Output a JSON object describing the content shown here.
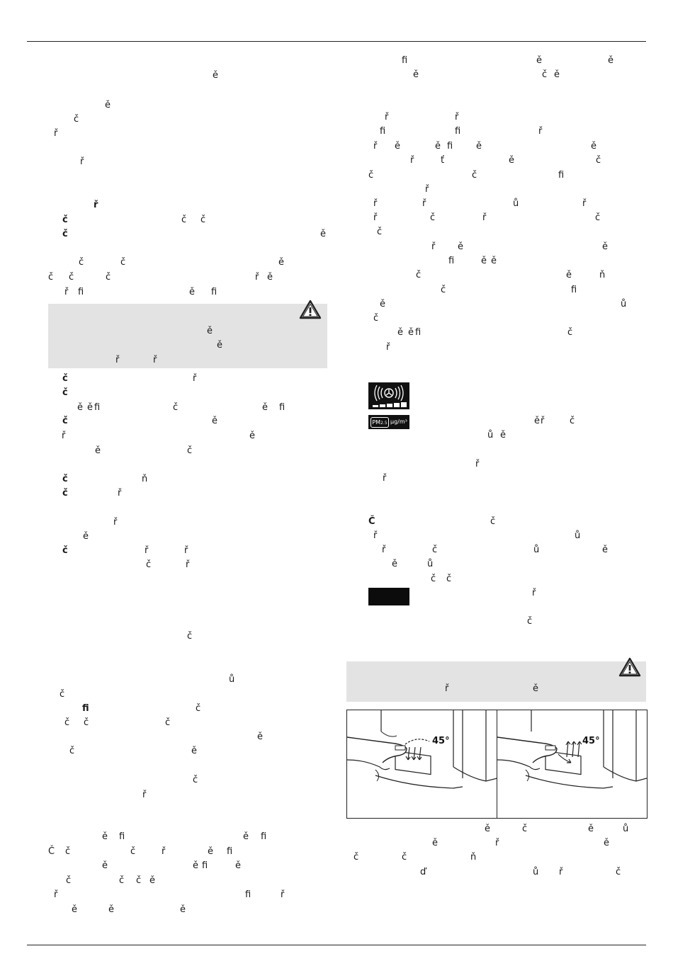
{
  "colors": {
    "text": "#1a1a1a",
    "warning_box_background": "#e3e3e3",
    "black_bar": "#0c0c0c"
  },
  "figure_labels": {
    "left_angle": "45°",
    "right_angle": "45°"
  },
  "icons": {
    "pm_label": "PM",
    "pm_subscript": "2.5",
    "pm_unit": "µg/m³"
  },
  "left_column": {
    "glyphs": [
      [
        "ě",
        300,
        100,
        false
      ],
      [
        "ě",
        148,
        142,
        false
      ],
      [
        "č",
        104,
        162,
        false
      ],
      [
        "ř",
        76,
        182,
        false
      ],
      [
        "ř",
        113,
        222,
        false
      ],
      [
        "ř",
        132,
        283,
        true
      ],
      [
        "č",
        88,
        304,
        true
      ],
      [
        "č",
        256,
        304,
        false
      ],
      [
        "č",
        283,
        304,
        false
      ],
      [
        "č",
        88,
        324,
        true
      ],
      [
        "ě",
        452,
        324,
        false
      ],
      [
        "č",
        111,
        364,
        false
      ],
      [
        "č",
        170,
        364,
        false
      ],
      [
        "ě",
        393,
        364,
        false
      ],
      [
        "č",
        68,
        385,
        false
      ],
      [
        "č",
        97,
        385,
        false
      ],
      [
        "č",
        149,
        385,
        false
      ],
      [
        "ř",
        360,
        385,
        false
      ],
      [
        "ě",
        377,
        385,
        false
      ],
      [
        "ř",
        91,
        406,
        false
      ],
      [
        "fi",
        110,
        406,
        false
      ],
      [
        "ě",
        267,
        406,
        false
      ],
      [
        "fi",
        298,
        406,
        false
      ],
      [
        "č",
        88,
        528,
        true
      ],
      [
        "ř",
        272,
        528,
        false
      ],
      [
        "č",
        88,
        548,
        true
      ],
      [
        "ě",
        109,
        569,
        false
      ],
      [
        "ě",
        123,
        569,
        false
      ],
      [
        "fi",
        133,
        569,
        false
      ],
      [
        "č",
        244,
        569,
        false
      ],
      [
        "ě",
        370,
        569,
        false
      ],
      [
        "fi",
        394,
        569,
        false
      ],
      [
        "č",
        88,
        588,
        true
      ],
      [
        "ě",
        299,
        588,
        false
      ],
      [
        "ř",
        87,
        609,
        false
      ],
      [
        "ě",
        352,
        609,
        false
      ],
      [
        "ě",
        134,
        630,
        false
      ],
      [
        "č",
        264,
        630,
        false
      ],
      [
        "č",
        88,
        670,
        true
      ],
      [
        "ň",
        200,
        670,
        false
      ],
      [
        "č",
        88,
        690,
        true
      ],
      [
        "ř",
        166,
        690,
        false
      ],
      [
        "ř",
        160,
        731,
        false
      ],
      [
        "ě",
        117,
        751,
        false
      ],
      [
        "č",
        88,
        771,
        true
      ],
      [
        "ř",
        204,
        771,
        false
      ],
      [
        "ř",
        260,
        771,
        false
      ],
      [
        "č",
        206,
        791,
        false
      ],
      [
        "ř",
        262,
        791,
        false
      ],
      [
        "č",
        264,
        892,
        false
      ],
      [
        "ů",
        323,
        953,
        false
      ],
      [
        "č",
        84,
        974,
        false
      ],
      [
        "fi",
        116,
        994,
        true
      ],
      [
        "č",
        276,
        994,
        false
      ],
      [
        "č",
        91,
        1014,
        false
      ],
      [
        "č",
        118,
        1014,
        false
      ],
      [
        "č",
        233,
        1014,
        false
      ],
      [
        "ě",
        363,
        1034,
        false
      ],
      [
        "č",
        98,
        1054,
        false
      ],
      [
        "ě",
        270,
        1054,
        false
      ],
      [
        "č",
        272,
        1095,
        false
      ],
      [
        "ř",
        201,
        1116,
        false
      ],
      [
        "ě",
        144,
        1175,
        false
      ],
      [
        "fi",
        168,
        1175,
        false
      ],
      [
        "ě",
        343,
        1175,
        false
      ],
      [
        "fi",
        368,
        1175,
        false
      ],
      [
        "Č",
        68,
        1196,
        false
      ],
      [
        "č",
        92,
        1196,
        false
      ],
      [
        "č",
        184,
        1196,
        false
      ],
      [
        "ř",
        228,
        1196,
        false
      ],
      [
        "ě",
        293,
        1196,
        false
      ],
      [
        "fi",
        320,
        1196,
        false
      ],
      [
        "ě",
        144,
        1216,
        false
      ],
      [
        "ě",
        272,
        1216,
        false
      ],
      [
        "fi",
        285,
        1216,
        false
      ],
      [
        "ě",
        332,
        1216,
        false
      ],
      [
        "č",
        93,
        1237,
        false
      ],
      [
        "č",
        168,
        1237,
        false
      ],
      [
        "č",
        192,
        1237,
        false
      ],
      [
        "ě",
        211,
        1237,
        false
      ],
      [
        "ř",
        76,
        1257,
        false
      ],
      [
        "fi",
        346,
        1257,
        false
      ],
      [
        "ř",
        396,
        1257,
        false
      ],
      [
        "ě",
        101,
        1278,
        false
      ],
      [
        "ě",
        153,
        1278,
        false
      ],
      [
        "ě",
        254,
        1278,
        false
      ]
    ],
    "warning_glyphs": [
      [
        "ě",
        292,
        461,
        false
      ],
      [
        "ě",
        306,
        481,
        false
      ],
      [
        "ř",
        163,
        502,
        false
      ],
      [
        "ř",
        216,
        502,
        false
      ]
    ]
  },
  "right_column": {
    "glyphs": [
      [
        "fi",
        567,
        79,
        false
      ],
      [
        "ě",
        757,
        79,
        false
      ],
      [
        "ě",
        858,
        79,
        false
      ],
      [
        "ě",
        583,
        99,
        false
      ],
      [
        "č",
        765,
        99,
        false
      ],
      [
        "ě",
        782,
        99,
        false
      ],
      [
        "ř",
        543,
        159,
        false
      ],
      [
        "ř",
        642,
        159,
        false
      ],
      [
        "fi",
        536,
        179,
        false
      ],
      [
        "fi",
        642,
        179,
        false
      ],
      [
        "ř",
        760,
        179,
        false
      ],
      [
        "ř",
        527,
        200,
        false
      ],
      [
        "ě",
        557,
        200,
        false
      ],
      [
        "ě",
        614,
        200,
        false
      ],
      [
        "fi",
        631,
        200,
        false
      ],
      [
        "ě",
        672,
        200,
        false
      ],
      [
        "ě",
        834,
        200,
        false
      ],
      [
        "ř",
        579,
        220,
        false
      ],
      [
        "ť",
        622,
        220,
        false
      ],
      [
        "ě",
        718,
        220,
        false
      ],
      [
        "č",
        841,
        220,
        false
      ],
      [
        "č",
        520,
        241,
        false
      ],
      [
        "č",
        666,
        241,
        false
      ],
      [
        "fi",
        788,
        241,
        false
      ],
      [
        "ř",
        600,
        261,
        false
      ],
      [
        "ř",
        527,
        281,
        false
      ],
      [
        "ř",
        596,
        281,
        false
      ],
      [
        "ů",
        724,
        281,
        false
      ],
      [
        "ř",
        822,
        281,
        false
      ],
      [
        "ř",
        527,
        301,
        false
      ],
      [
        "č",
        607,
        301,
        false
      ],
      [
        "ř",
        681,
        301,
        false
      ],
      [
        "č",
        840,
        301,
        false
      ],
      [
        "č",
        532,
        321,
        false
      ],
      [
        "ř",
        609,
        342,
        false
      ],
      [
        "ě",
        646,
        342,
        false
      ],
      [
        "ě",
        850,
        342,
        false
      ],
      [
        "fi",
        633,
        362,
        false
      ],
      [
        "ě",
        679,
        362,
        false
      ],
      [
        "ě",
        693,
        362,
        false
      ],
      [
        "č",
        587,
        382,
        false
      ],
      [
        "ě",
        799,
        382,
        false
      ],
      [
        "ň",
        846,
        382,
        false
      ],
      [
        "č",
        622,
        403,
        false
      ],
      [
        "fi",
        806,
        403,
        false
      ],
      [
        "ě",
        536,
        423,
        false
      ],
      [
        "ů",
        876,
        423,
        false
      ],
      [
        "č",
        527,
        443,
        false
      ],
      [
        "ě",
        561,
        463,
        false
      ],
      [
        "ě",
        576,
        463,
        false
      ],
      [
        "fi",
        586,
        463,
        false
      ],
      [
        "č",
        801,
        463,
        false
      ],
      [
        "ř",
        545,
        484,
        false
      ],
      [
        "ě",
        754,
        588,
        false
      ],
      [
        "ř",
        763,
        588,
        false
      ],
      [
        "č",
        804,
        588,
        false
      ],
      [
        "ů",
        688,
        608,
        false
      ],
      [
        "ě",
        706,
        608,
        false
      ],
      [
        "ř",
        671,
        649,
        false
      ],
      [
        "ř",
        540,
        669,
        false
      ],
      [
        "Č",
        520,
        730,
        true
      ],
      [
        "č",
        692,
        730,
        false
      ],
      [
        "ř",
        527,
        750,
        false
      ],
      [
        "ů",
        811,
        750,
        false
      ],
      [
        "ř",
        539,
        770,
        false
      ],
      [
        "č",
        610,
        770,
        false
      ],
      [
        "ů",
        753,
        770,
        false
      ],
      [
        "ě",
        850,
        770,
        false
      ],
      [
        "ě",
        553,
        790,
        false
      ],
      [
        "ů",
        603,
        790,
        false
      ],
      [
        "č",
        608,
        811,
        false
      ],
      [
        "č",
        630,
        811,
        false
      ],
      [
        "ř",
        751,
        831,
        false
      ],
      [
        "č",
        744,
        871,
        false
      ],
      [
        "ě",
        684,
        1164,
        false
      ],
      [
        "č",
        737,
        1164,
        false
      ],
      [
        "ě",
        830,
        1164,
        false
      ],
      [
        "ů",
        879,
        1164,
        false
      ],
      [
        "ě",
        610,
        1184,
        false
      ],
      [
        "ř",
        699,
        1184,
        false
      ],
      [
        "ě",
        852,
        1184,
        false
      ],
      [
        "č",
        499,
        1204,
        false
      ],
      [
        "č",
        567,
        1204,
        false
      ],
      [
        "ň",
        664,
        1204,
        false
      ],
      [
        "ď",
        593,
        1225,
        false
      ],
      [
        "ů",
        752,
        1225,
        false
      ],
      [
        "ř",
        789,
        1225,
        false
      ],
      [
        "č",
        869,
        1225,
        false
      ]
    ],
    "warning_glyphs": [
      [
        "ř",
        628,
        966,
        false
      ],
      [
        "ě",
        752,
        966,
        false
      ]
    ]
  }
}
